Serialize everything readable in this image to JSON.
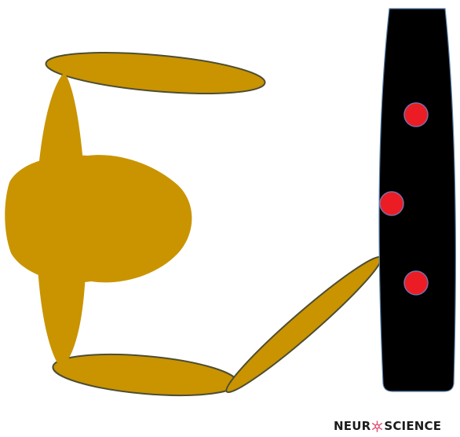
{
  "diagram": {
    "parts": [
      {
        "id": "cell-body",
        "shape": "soma-blob"
      },
      {
        "id": "process-top",
        "shape": "ellipse"
      },
      {
        "id": "process-bottom",
        "shape": "ellipse"
      },
      {
        "id": "process-diagonal",
        "shape": "ellipse"
      },
      {
        "id": "vertical-bar",
        "shape": "rounded-column"
      },
      {
        "id": "dot-upper",
        "shape": "circle"
      },
      {
        "id": "dot-middle",
        "shape": "circle"
      },
      {
        "id": "dot-lower",
        "shape": "circle"
      }
    ]
  },
  "logo": {
    "text_before": "NEUR",
    "text_after": "SCIENCE",
    "icon": "neuron-icon"
  },
  "colors": {
    "cell_fill": "#c99400",
    "cell_stroke": "#4d4d33",
    "bar_fill": "#000000",
    "bar_stroke": "#5a7fa8",
    "dot_fill": "#ec1c24",
    "dot_stroke": "#7b6fa6",
    "logo_text": "#1c1c1c",
    "logo_icon": "#e0567a"
  }
}
